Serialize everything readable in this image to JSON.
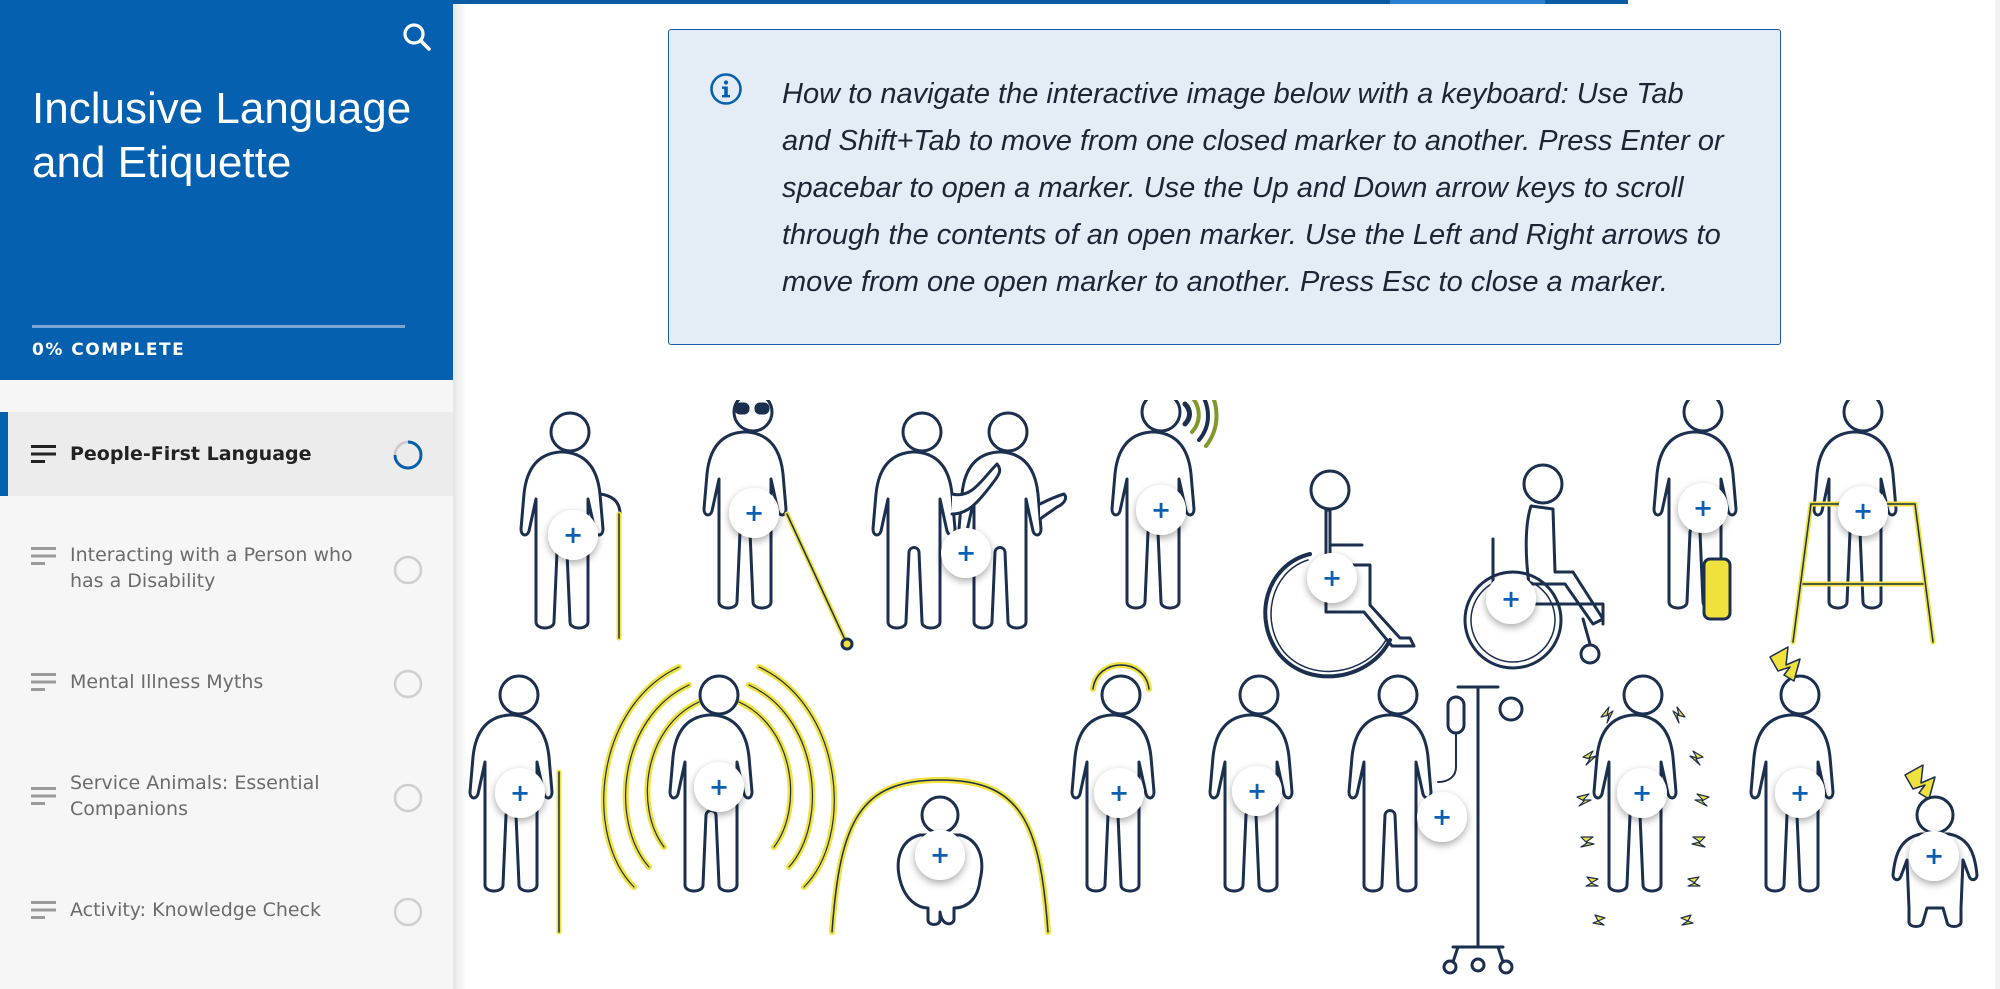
{
  "course": {
    "title": "Inclusive Language and Etiquette",
    "progress_label": "0% COMPLETE",
    "progress_fraction": 0
  },
  "sidebar": {
    "lessons": [
      {
        "label": "People-First Language",
        "active": true,
        "status": "in-progress"
      },
      {
        "label": "Interacting with a Person who has a Disability",
        "active": false,
        "status": "not-started"
      },
      {
        "label": "Mental Illness Myths",
        "active": false,
        "status": "not-started"
      },
      {
        "label": "Service Animals: Essential Companions",
        "active": false,
        "status": "not-started"
      },
      {
        "label": "Activity: Knowledge Check",
        "active": false,
        "status": "not-started"
      }
    ]
  },
  "info": {
    "text": "How to navigate the interactive image below with a keyboard: Use Tab and Shift+Tab to move from one closed marker to another. Press Enter or spacebar to open a marker. Use the Up and Down arrow keys to scroll through the contents of an open marker. Use the Left and Right arrows to move from one open marker to another. Press Esc to close a marker.",
    "icon": "info-icon"
  },
  "image": {
    "marker_symbol": "+",
    "figures": [
      {
        "name": "figure-cane-elderly",
        "icon": "person-with-cane-icon"
      },
      {
        "name": "figure-blind-cane",
        "icon": "person-blind-white-cane-icon"
      },
      {
        "name": "figure-guided-pair",
        "icon": "person-guiding-person-icon"
      },
      {
        "name": "figure-hearing",
        "icon": "person-hearing-icon"
      },
      {
        "name": "figure-wheelchair-symbol",
        "icon": "wheelchair-symbol-icon"
      },
      {
        "name": "figure-wheelchair-user",
        "icon": "person-in-wheelchair-icon"
      },
      {
        "name": "figure-leg-cast",
        "icon": "person-leg-cast-icon"
      },
      {
        "name": "figure-walker",
        "icon": "person-with-walker-icon"
      },
      {
        "name": "figure-cane-2",
        "icon": "person-with-cane-icon"
      },
      {
        "name": "figure-sensory-waves",
        "icon": "person-sensory-waves-icon"
      },
      {
        "name": "figure-crouching-arch",
        "icon": "person-crouching-icon"
      },
      {
        "name": "figure-headband",
        "icon": "person-headband-icon"
      },
      {
        "name": "figure-standing",
        "icon": "person-standing-icon"
      },
      {
        "name": "figure-iv-pole",
        "icon": "person-iv-pole-icon"
      },
      {
        "name": "figure-seizure",
        "icon": "person-seizure-icon"
      },
      {
        "name": "figure-headache",
        "icon": "person-headache-icon"
      },
      {
        "name": "figure-child-headache",
        "icon": "child-headache-icon"
      }
    ],
    "colors": {
      "outline": "#1b2f4e",
      "accent": "#f0e13c",
      "marker": "#0a5fb0"
    }
  },
  "colors": {
    "primary": "#0560b0",
    "info_bg": "#e4edf6"
  }
}
